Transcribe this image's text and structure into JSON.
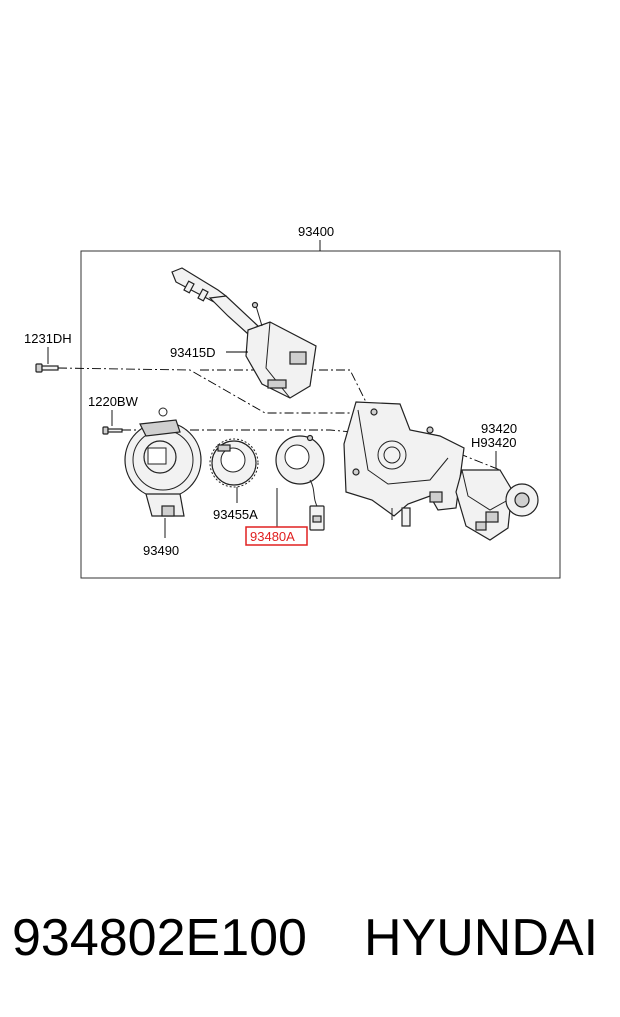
{
  "diagram": {
    "labels": {
      "assembly": "93400",
      "bolt": "1231DH",
      "screw": "1220BW",
      "wiper_switch": "93415D",
      "lighting_switch": "93420",
      "lighting_switch_alt": "H93420",
      "clock_spring": "93490",
      "ring": "93455A",
      "sensor": "93480A"
    },
    "highlight_color": "#e02020"
  },
  "footer": {
    "part_number": "934802E100",
    "brand": "HYUNDAI"
  }
}
